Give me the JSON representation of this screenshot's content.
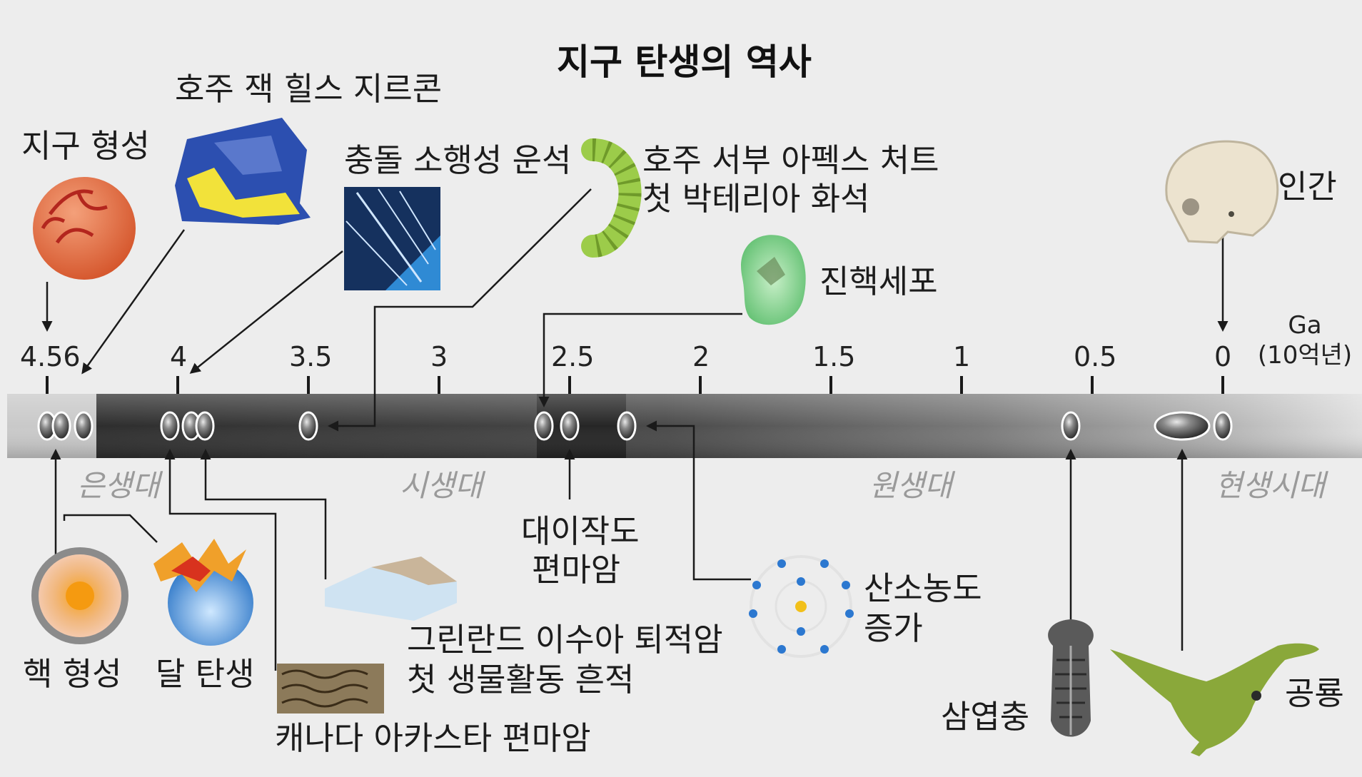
{
  "title": "지구 탄생의 역사",
  "axis": {
    "unit_label": "Ga",
    "unit_sub": "(10억년)",
    "ticks": [
      "4.56",
      "4",
      "3.5",
      "3",
      "2.5",
      "2",
      "1.5",
      "1",
      "0.5",
      "0"
    ]
  },
  "eras": [
    "은생대",
    "시생대",
    "원생대",
    "현생시대"
  ],
  "events": {
    "earth_formation": "지구 형성",
    "zircon": "호주 잭 힐스 지르콘",
    "asteroid": "충돌 소행성 운석",
    "bacteria_line1": "호주 서부 아펙스 처트",
    "bacteria_line2": "첫 박테리아 화석",
    "eukaryote": "진핵세포",
    "human": "인간",
    "core": "핵 형성",
    "moon": "달 탄생",
    "greenland_line1": "그린란드 이수아 퇴적암",
    "greenland_line2": "첫 생물활동 흔적",
    "acasta": "캐나다 아카스타 편마암",
    "gneiss_line1": "대이작도",
    "gneiss_line2": "편마암",
    "oxygen_line1": "산소농도",
    "oxygen_line2": "증가",
    "trilobite": "삼엽충",
    "dinosaur": "공룡"
  },
  "colors": {
    "background": "#ededed",
    "bar_dark": "#3a3a3a",
    "bar_light": "#dcdcdc",
    "era_text": "#9a9a9a",
    "earth": "#e8734a",
    "zircon_blue": "#2c4fb0",
    "zircon_yellow": "#f2e23a",
    "bacteria_green": "#9ccc4a",
    "cell_green": "#7fd08a",
    "dino_green": "#8aa83a",
    "water_blue": "#cfe3f2"
  }
}
